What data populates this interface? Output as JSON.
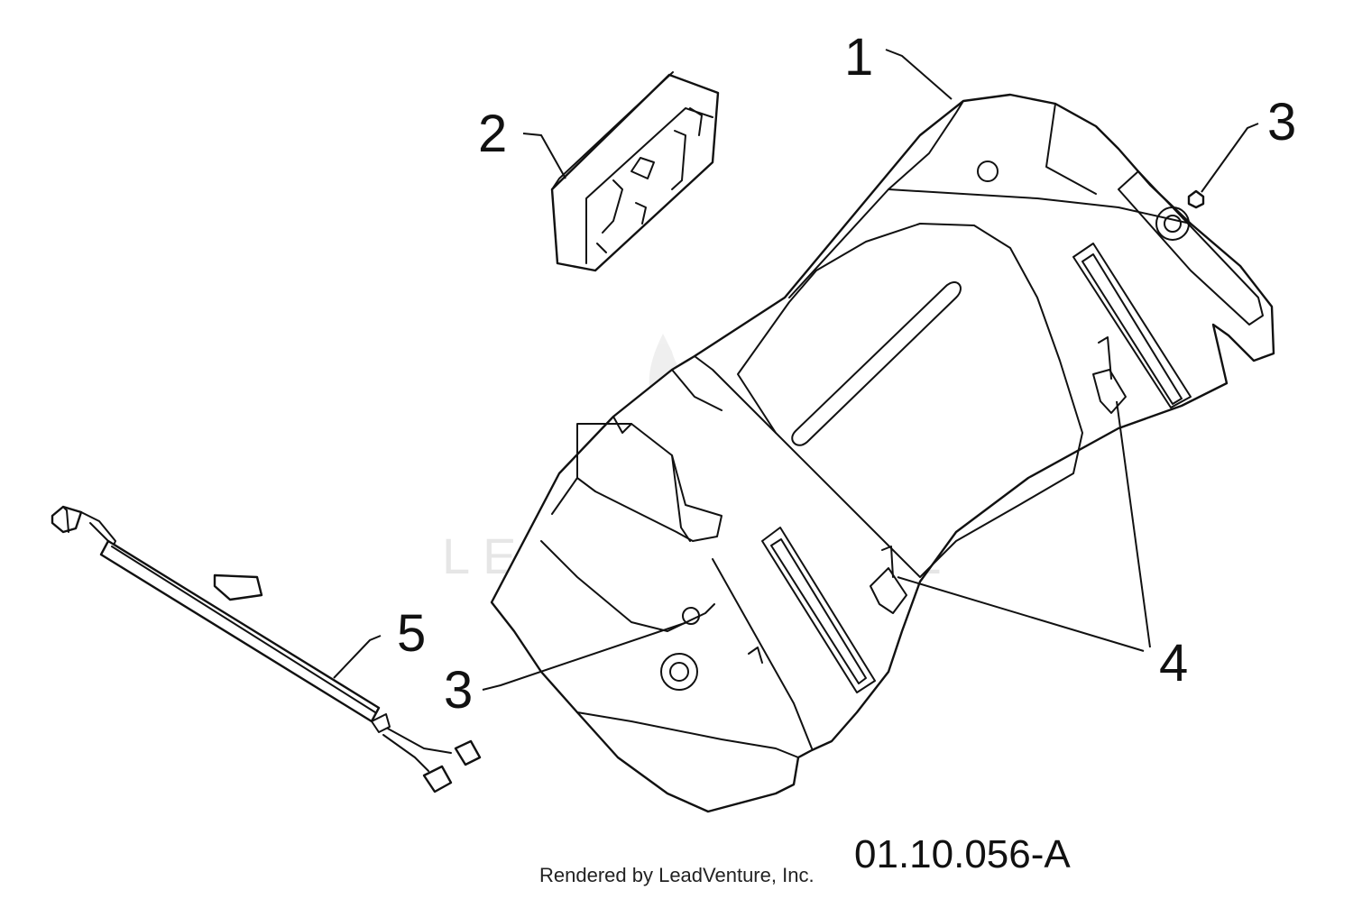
{
  "callouts": {
    "c1": "1",
    "c2": "2",
    "c3a": "3",
    "c3b": "3",
    "c4": "4",
    "c5": "5"
  },
  "drawing_code": "01.10.056-A",
  "credit": "Rendered by LeadVenture, Inc.",
  "watermark": "LEADVENTURE"
}
